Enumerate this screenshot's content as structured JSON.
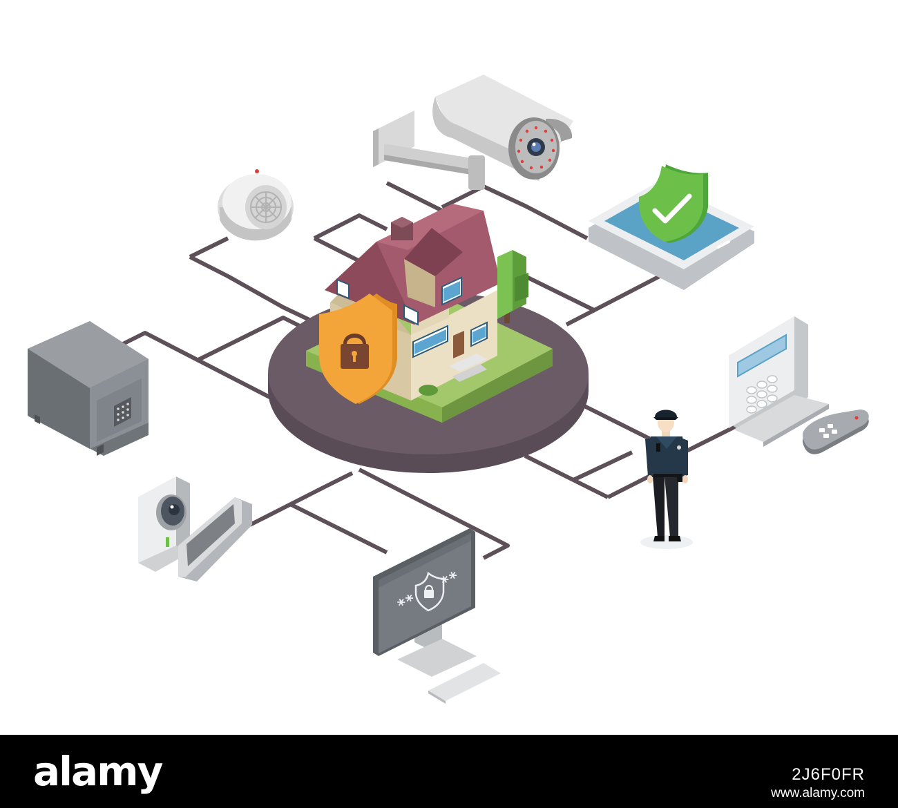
{
  "illustration": {
    "monitor": {
      "password_left": "**",
      "password_right": "**"
    }
  },
  "colors": {
    "background": "#ffffff",
    "connector": "#5d5058",
    "platform": "#655560",
    "lawn": "#a3c86b",
    "roof": "#a35a6c",
    "wall": "#e3d7b8",
    "shield_orange": "#f4a53a",
    "shield_green": "#6cc04a",
    "device_grey": "#c9cbce",
    "screen_blue": "#5aa2c6"
  },
  "watermark": {
    "brand": "alamy",
    "image_id": "2J6F0FR",
    "url": "www.alamy.com"
  }
}
